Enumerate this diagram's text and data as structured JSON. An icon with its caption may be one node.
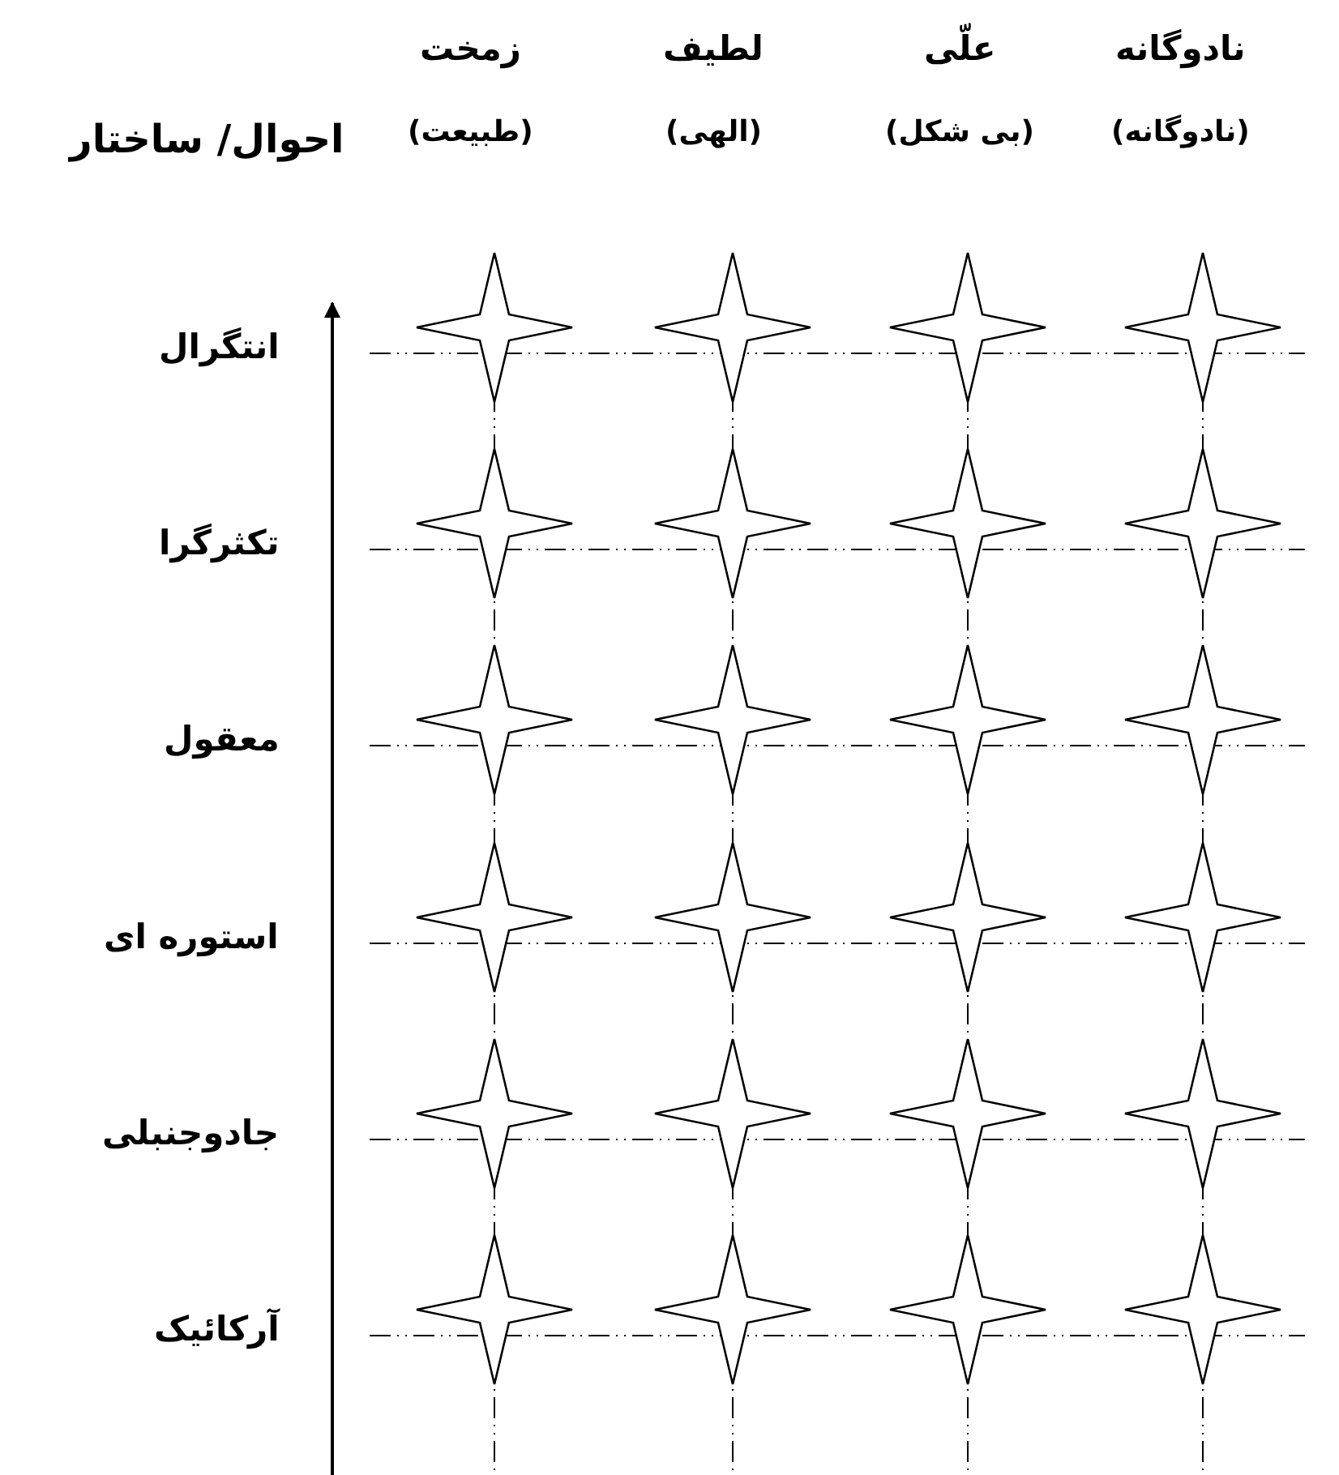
{
  "diagram": {
    "labels": [
      "نادوگانه",
      "علّی",
      "لطیف",
      "زمخت",
      "(نادوگانه)",
      "(بی شکل)",
      "(الهی)",
      "(طبیعت)",
      "احوال/ ساختار",
      "انتگرال",
      "تکثرگرا",
      "معقول",
      "استوره ای",
      "جادوجنبلی",
      "آرکائیک"
    ]
  }
}
